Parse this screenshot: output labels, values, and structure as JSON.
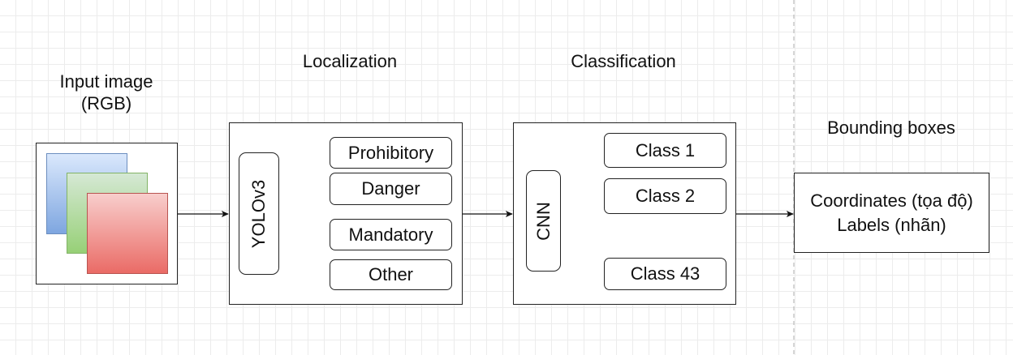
{
  "input": {
    "title_line1": "Input image",
    "title_line2": "(RGB)"
  },
  "localization": {
    "title": "Localization",
    "model": "YOLOv3",
    "categories": [
      "Prohibitory",
      "Danger",
      "Mandatory",
      "Other"
    ]
  },
  "classification": {
    "title": "Classification",
    "model": "CNN",
    "classes": [
      "Class 1",
      "Class 2",
      "Class 43"
    ]
  },
  "output": {
    "title": "Bounding boxes",
    "line1": "Coordinates (tọa độ)",
    "line2": "Labels (nhãn)"
  },
  "colors": {
    "blue_layer": "#7ea6e0",
    "green_layer": "#97d077",
    "red_layer": "#ea6b66",
    "grid": "#ececec",
    "separator": "#bbbbbb"
  }
}
